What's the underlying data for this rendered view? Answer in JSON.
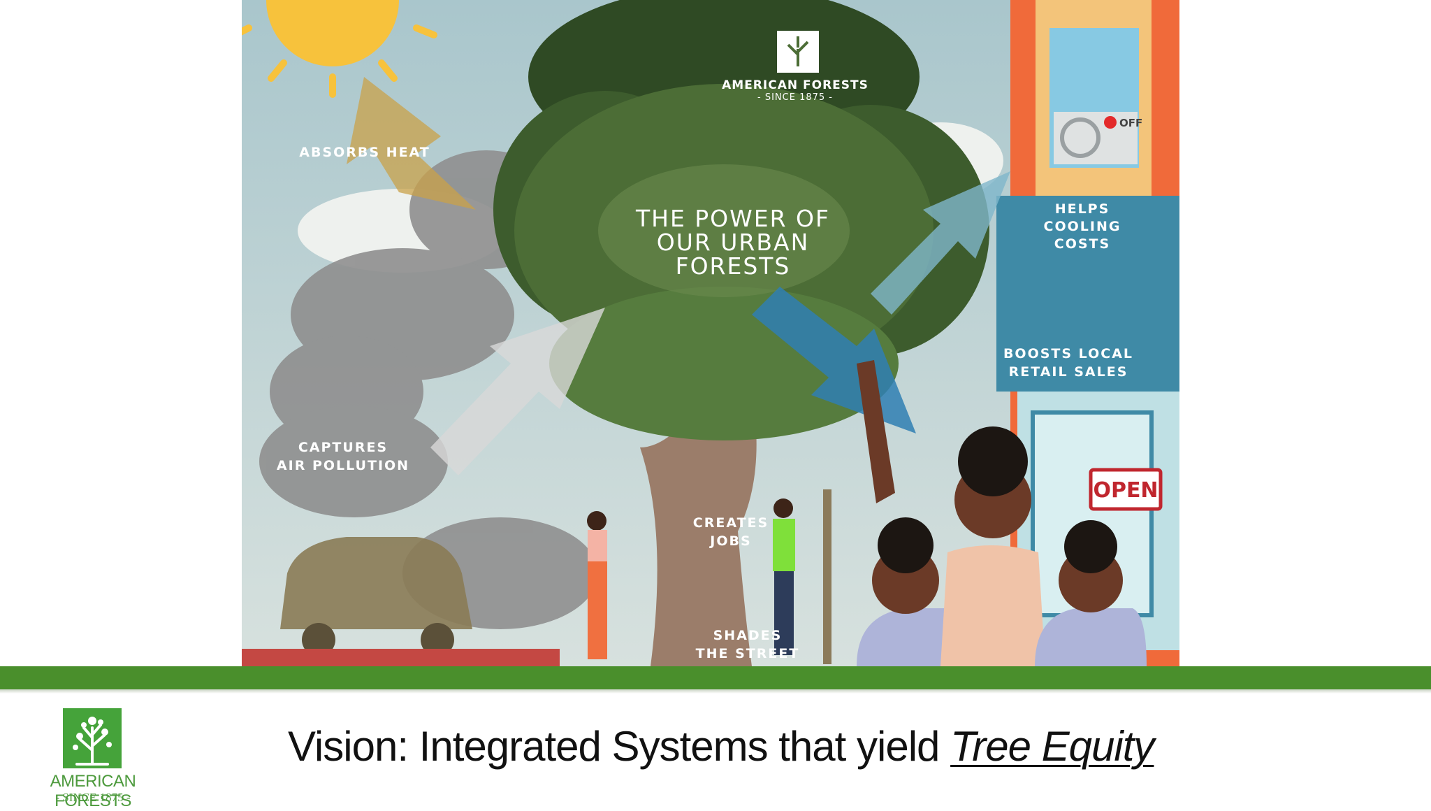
{
  "illustration": {
    "logo": {
      "name": "AMERICAN FORESTS",
      "since": "- SINCE 1875 -"
    },
    "center_title": [
      "THE POWER OF",
      "OUR URBAN",
      "FORESTS"
    ],
    "labels": {
      "absorbs_heat": "ABSORBS HEAT",
      "captures": [
        "CAPTURES",
        "AIR POLLUTION"
      ],
      "helps": [
        "HELPS",
        "COOLING",
        "COSTS"
      ],
      "boosts": [
        "BOOSTS LOCAL",
        "RETAIL SALES"
      ],
      "creates": [
        "CREATES",
        "JOBS"
      ],
      "shades": [
        "SHADES",
        "THE STREET"
      ]
    },
    "ac_status": "OFF",
    "open_sign": "OPEN",
    "colors": {
      "sky": "#bcd3d7",
      "foliage": "#4c6d36",
      "trunk": "#9b7d6a",
      "storefront": "#f06a3a",
      "awning": "#3f8aa6"
    }
  },
  "footer": {
    "logo": {
      "name": "AMERICAN FORESTS",
      "since": "- SINCE 1875 -"
    },
    "title_plain": "Vision: Integrated Systems that yield ",
    "title_emphasis": "Tree Equity",
    "bar_color": "#4a8f2c"
  }
}
